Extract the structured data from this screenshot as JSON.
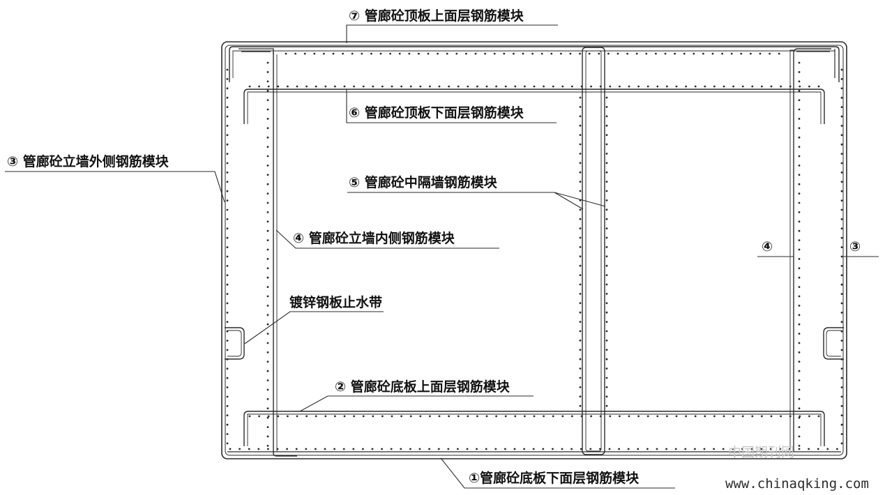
{
  "labels": {
    "top_slab_upper": "⑦ 管廊砼顶板上面层钢筋模块",
    "top_slab_lower": "⑥ 管廊砼顶板下面层钢筋模块",
    "outer_wall": "③ 管廊砼立墙外侧钢筋模块",
    "middle_wall": "⑤ 管廊砼中隔墙钢筋模块",
    "inner_wall": "④ 管廊砼立墙内侧钢筋模块",
    "waterstop": "镀锌钢板止水带",
    "bottom_slab_upper": "② 管廊砼底板上面层钢筋模块",
    "bottom_slab_lower": "①管廊砼底板下面层钢筋模块",
    "right_inner_num": "④",
    "right_outer_num": "③"
  },
  "watermark": {
    "cn": "中国期刊网",
    "url": "www.chinaqking.com"
  },
  "colors": {
    "line": "#2a2a2a",
    "text": "#111111",
    "watermark_light": "#c7c7c7"
  }
}
